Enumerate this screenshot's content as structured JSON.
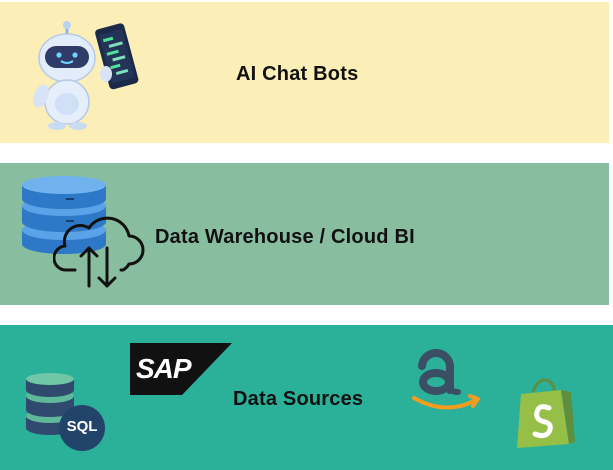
{
  "colors": {
    "band_chatbots": "#FCEEB7",
    "band_warehouse": "#89BD9F",
    "band_sources": "#2BB09A"
  },
  "bands": [
    {
      "label": "AI Chat Bots",
      "icons": [
        "robot-icon",
        "phone-icon"
      ]
    },
    {
      "label": "Data Warehouse / Cloud BI",
      "icons": [
        "database-icon",
        "cloud-upload-download-icon"
      ]
    },
    {
      "label": "Data Sources",
      "icons": [
        "sql-database-icon",
        "sap-logo",
        "amazon-logo",
        "shopify-logo"
      ]
    }
  ],
  "logos": {
    "sap_text": "SAP",
    "sql_text": "SQL"
  }
}
